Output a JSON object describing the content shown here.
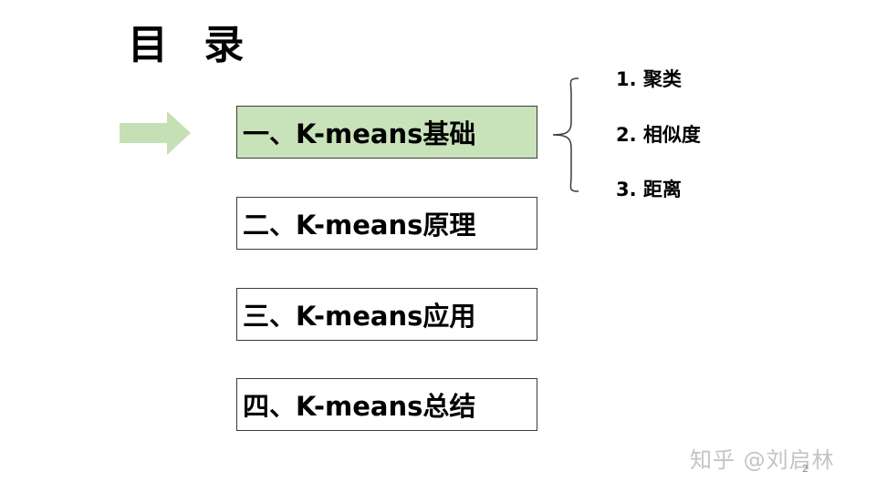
{
  "slide": {
    "title": "目 录",
    "page_number": "2"
  },
  "toc": {
    "items": [
      {
        "label": "一、K-means基础",
        "active": true
      },
      {
        "label": "二、K-means原理",
        "active": false
      },
      {
        "label": "三、K-means应用",
        "active": false
      },
      {
        "label": "四、K-means总结",
        "active": false
      }
    ],
    "current_indicator_icon": "arrow-right-icon",
    "current_indicator_color": "#c5e0b4",
    "active_fill_color": "#c8e3b9"
  },
  "subsection": {
    "bracket_icon": "curly-brace-icon",
    "items": [
      "1. 聚类",
      "2. 相似度",
      "3. 距离"
    ]
  },
  "watermark": {
    "text": "知乎 @刘启林"
  }
}
